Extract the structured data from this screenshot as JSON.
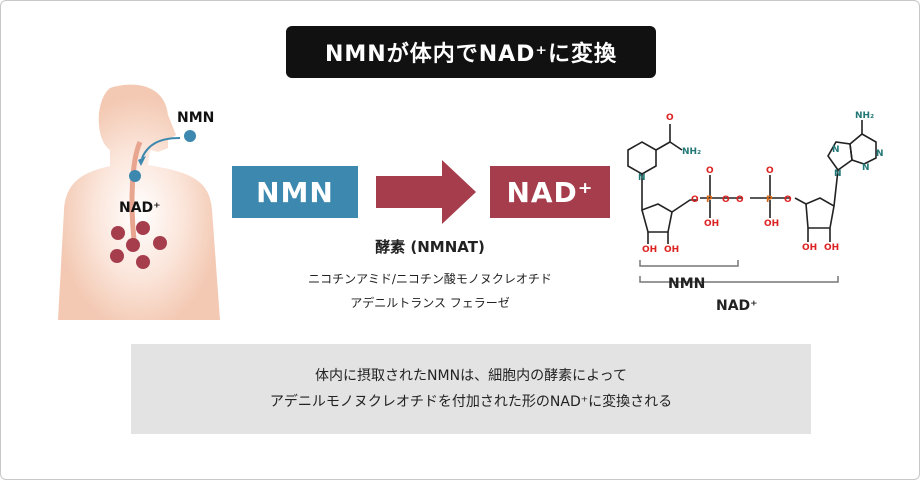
{
  "title": "NMNが体内でNAD⁺に変換",
  "body_labels": {
    "nmn": "NMN",
    "nad": "NAD⁺"
  },
  "boxes": {
    "nmn": "NMN",
    "nad": "NAD⁺"
  },
  "enzyme": {
    "name": "酵素 (NMNAT)",
    "line1": "ニコチンアミド/ニコチン酸モノヌクレオチド",
    "line2": "アデニルトランス フェラーゼ"
  },
  "molecule": {
    "nmn_bracket": "NMN",
    "nad_bracket": "NAD⁺",
    "atoms": {
      "o": "O",
      "oh": "OH",
      "p": "P",
      "n": "N",
      "nh2": "NH₂"
    }
  },
  "caption": {
    "line1": "体内に摂取されたNMNは、細胞内の酵素によって",
    "line2": "アデニルモノヌクレオチドを付加された形のNAD⁺に変換される"
  },
  "colors": {
    "blue": "#3d88ae",
    "red": "#a63d4c"
  }
}
